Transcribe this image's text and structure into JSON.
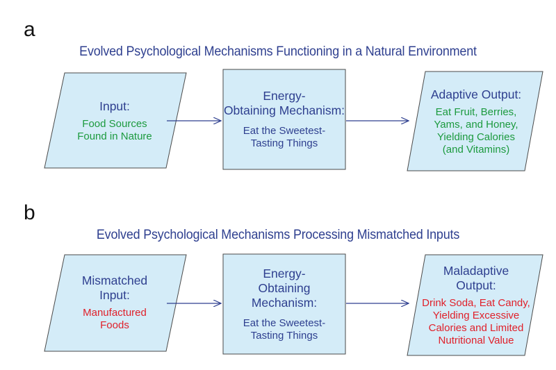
{
  "panel_a": {
    "letter": "a",
    "title": "Evolved Psychological Mechanisms Functioning in a Natural Environment",
    "input": {
      "heading": [
        "Input:"
      ],
      "content": [
        "Food Sources",
        "Found in Nature"
      ]
    },
    "mechanism": {
      "heading": [
        "Energy-",
        "Obtaining Mechanism:"
      ],
      "content": [
        "Eat the Sweetest-",
        "Tasting Things"
      ]
    },
    "output": {
      "heading": [
        "Adaptive Output:"
      ],
      "content": [
        "Eat Fruit, Berries,",
        "Yams, and Honey,",
        "Yielding Calories",
        "(and Vitamins)"
      ]
    }
  },
  "panel_b": {
    "letter": "b",
    "title": "Evolved Psychological Mechanisms Processing Mismatched Inputs",
    "input": {
      "heading": [
        "Mismatched",
        "Input:"
      ],
      "content": [
        "Manufactured",
        "Foods"
      ]
    },
    "mechanism": {
      "heading": [
        "Energy-",
        "Obtaining",
        "Mechanism:"
      ],
      "content": [
        "Eat the Sweetest-",
        "Tasting Things"
      ]
    },
    "output": {
      "heading": [
        "Maladaptive",
        "Output:"
      ],
      "content": [
        "Drink Soda, Eat Candy,",
        "Yielding Excessive",
        "Calories and Limited",
        "Nutritional Value"
      ]
    }
  },
  "colors": {
    "box_fill": "#d4ecf8",
    "box_stroke": "#4a4a4a",
    "title": "#2e3f8f",
    "adaptive_text": "#1c9a3e",
    "maladaptive_text": "#e0202a",
    "arrow": "#2e3f8f"
  }
}
